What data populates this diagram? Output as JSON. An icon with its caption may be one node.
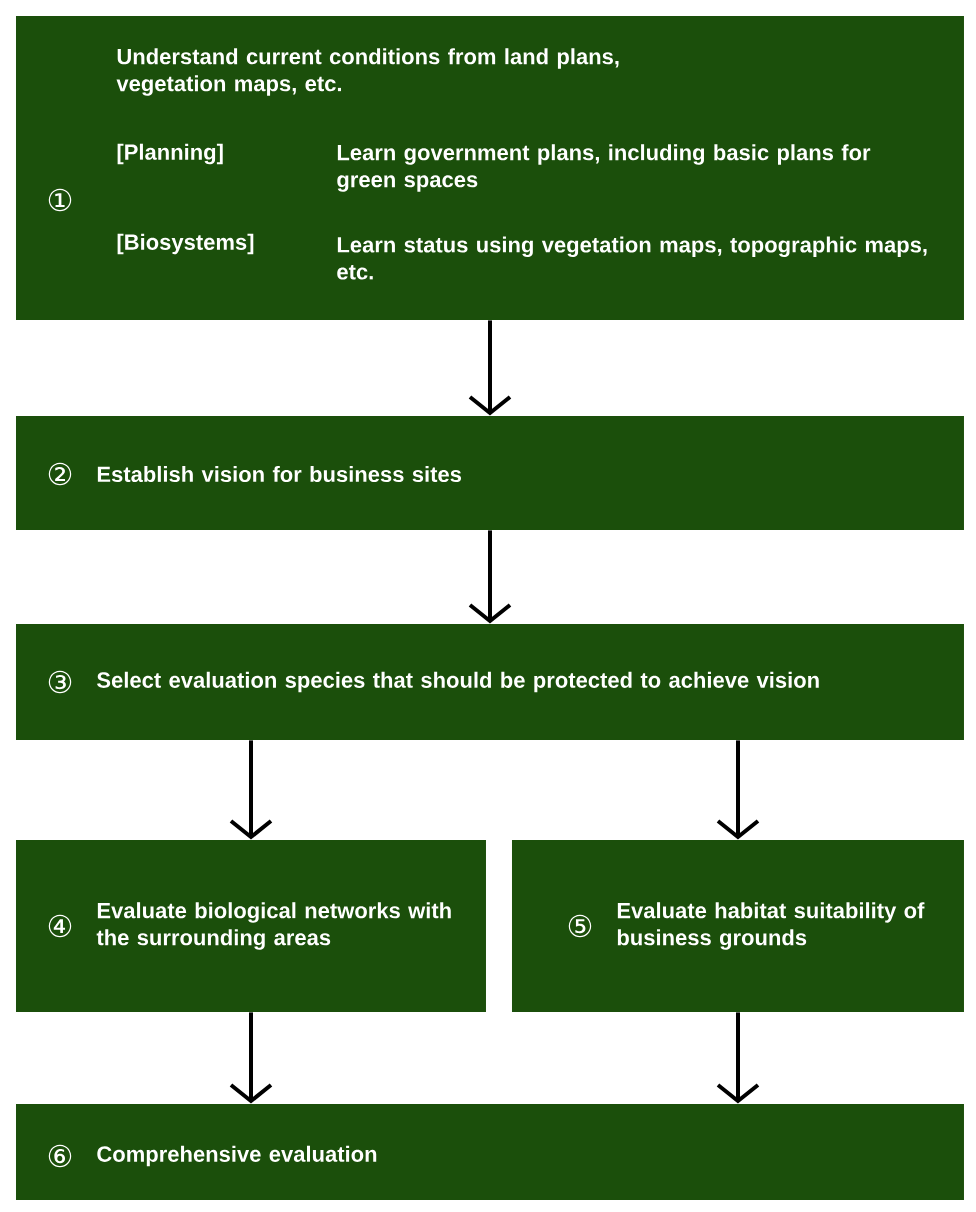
{
  "diagram": {
    "nodes": [
      {
        "text": [
          "①",
          "Understand current conditions from land plans, vegetation maps, etc.",
          "[Planning]",
          "Learn government plans, including basic plans for green spaces",
          "[Biosystems]",
          "Learn status using vegetation maps, topographic maps, etc."
        ]
      },
      {
        "text": [
          "②",
          "Establish vision for business sites"
        ]
      },
      {
        "text": [
          "③",
          "Select evaluation species that should be protected to achieve vision"
        ]
      },
      {
        "text": [
          "④",
          "Evaluate biological networks with the surrounding areas"
        ]
      },
      {
        "text": [
          "⑤",
          "Evaluate habitat suitability of business grounds"
        ]
      },
      {
        "text": [
          "⑥",
          "Comprehensive evaluation"
        ]
      }
    ],
    "edges": [
      {
        "from": 0,
        "to": 1,
        "arrow": "to"
      },
      {
        "from": 1,
        "to": 2,
        "arrow": "to"
      },
      {
        "from": 2,
        "to": 3,
        "arrow": "to"
      },
      {
        "from": 2,
        "to": 4,
        "arrow": "to"
      },
      {
        "from": 3,
        "to": 5,
        "arrow": "to"
      },
      {
        "from": 4,
        "to": 5,
        "arrow": "to"
      }
    ]
  }
}
